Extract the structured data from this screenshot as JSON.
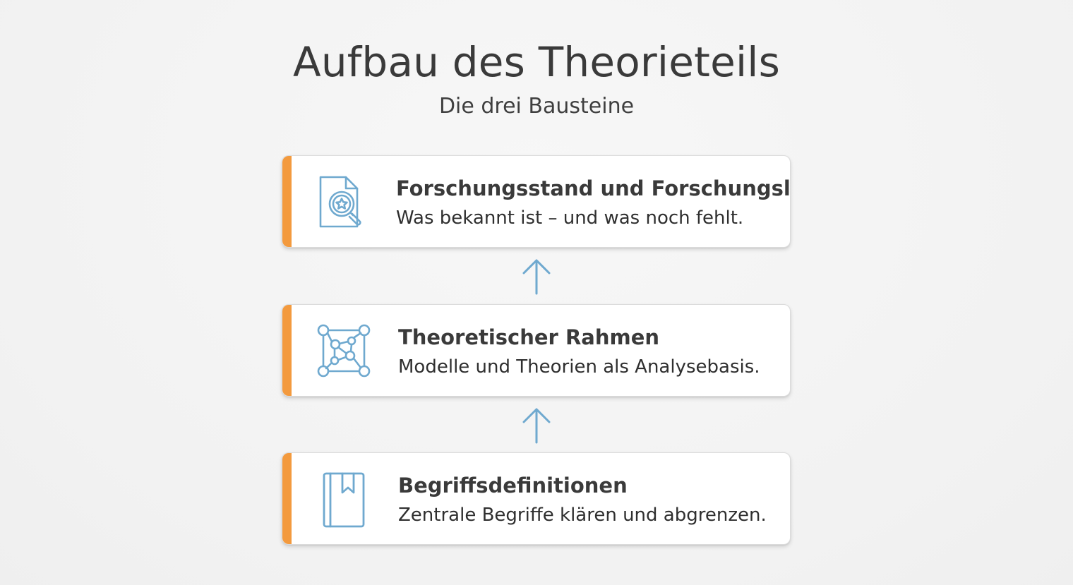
{
  "header": {
    "title": "Aufbau des Theorieteils",
    "subtitle": "Die drei Bausteine"
  },
  "cards": [
    {
      "title": "Forschungsstand und Forschungslücke",
      "description": "Was bekannt ist – und was noch fehlt.",
      "icon": "document-search-icon"
    },
    {
      "title": "Theoretischer Rahmen",
      "description": "Modelle und Theorien als Analysebasis.",
      "icon": "network-framework-icon"
    },
    {
      "title": "Begriffsdefinitionen",
      "description": "Zentrale Begriffe klären und abgrenzen.",
      "icon": "bookmark-book-icon"
    }
  ],
  "connectors": [
    {
      "icon": "arrow-up-icon"
    },
    {
      "icon": "arrow-up-icon"
    }
  ],
  "colors": {
    "accent": "#f39a3e",
    "icon_stroke": "#6fa9cf",
    "background": "#f3f3f3",
    "card_background": "#ffffff"
  }
}
